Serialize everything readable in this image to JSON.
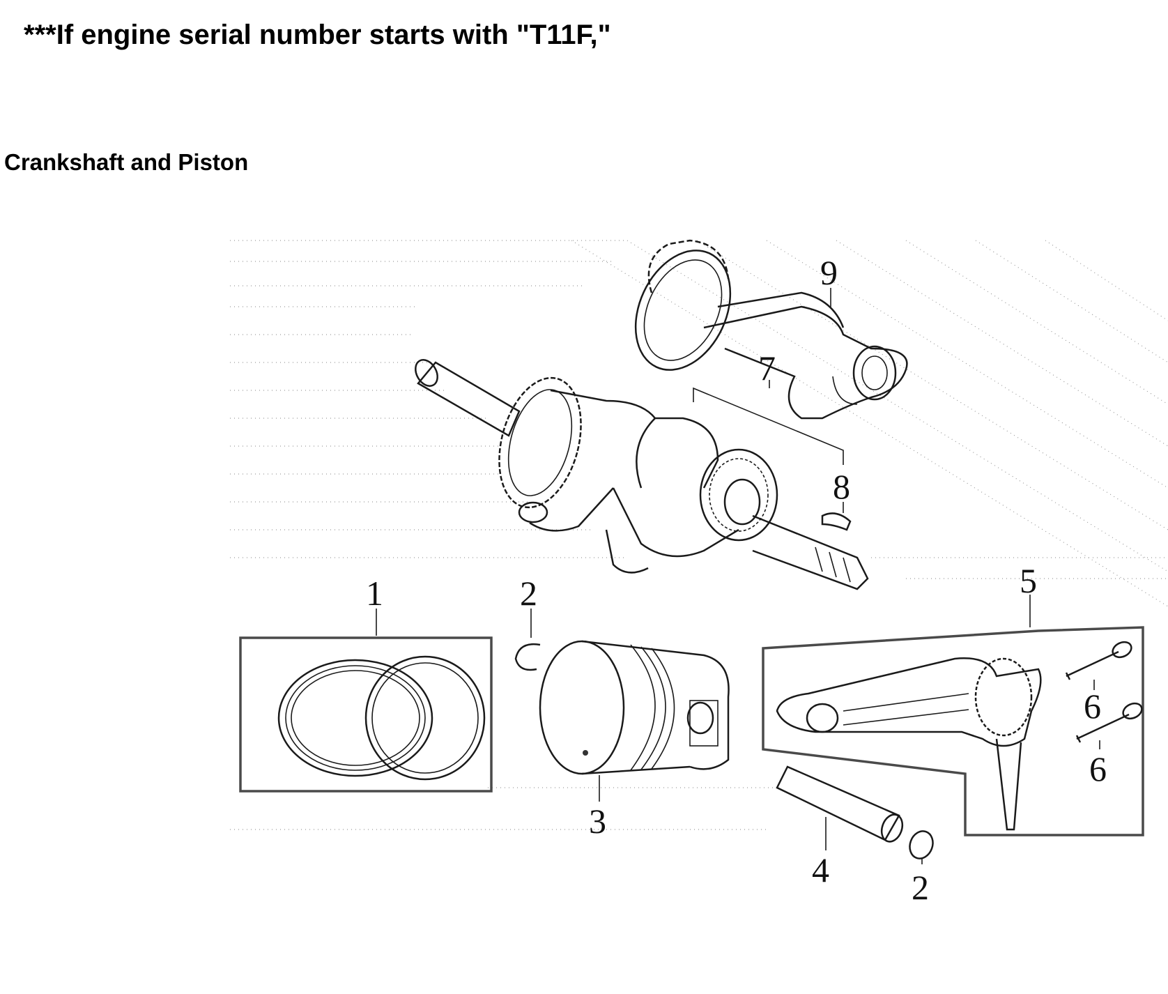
{
  "heading": "***If engine serial number starts with \"T11F,\"",
  "subheading": "Crankshaft and Piston",
  "callouts": {
    "c1": "1",
    "c2a": "2",
    "c2b": "2",
    "c3": "3",
    "c4": "4",
    "c5": "5",
    "c6a": "6",
    "c6b": "6",
    "c7": "7",
    "c8": "8",
    "c9": "9"
  }
}
